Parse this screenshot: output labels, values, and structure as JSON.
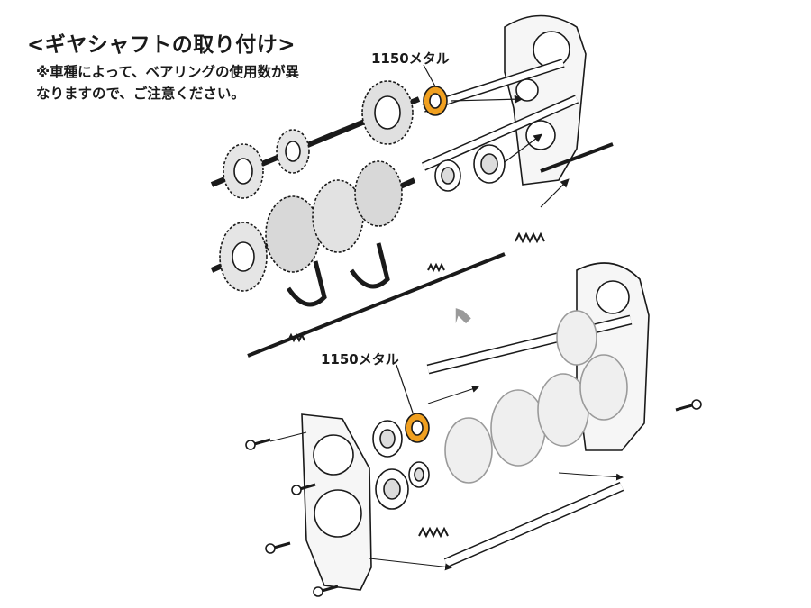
{
  "title": "<ギヤシャフトの取り付け>",
  "note": "※車種によって、ベアリングの使用数が異なりますので、ご注意ください。",
  "callouts": {
    "top": "1150メタル",
    "bottom": "1150メタル"
  },
  "colors": {
    "metal_accent": "#f0a020",
    "line": "#1a1a1a",
    "shade": "#cfcfcf"
  },
  "icons": {
    "step_arrow": "down-right-arrow"
  }
}
